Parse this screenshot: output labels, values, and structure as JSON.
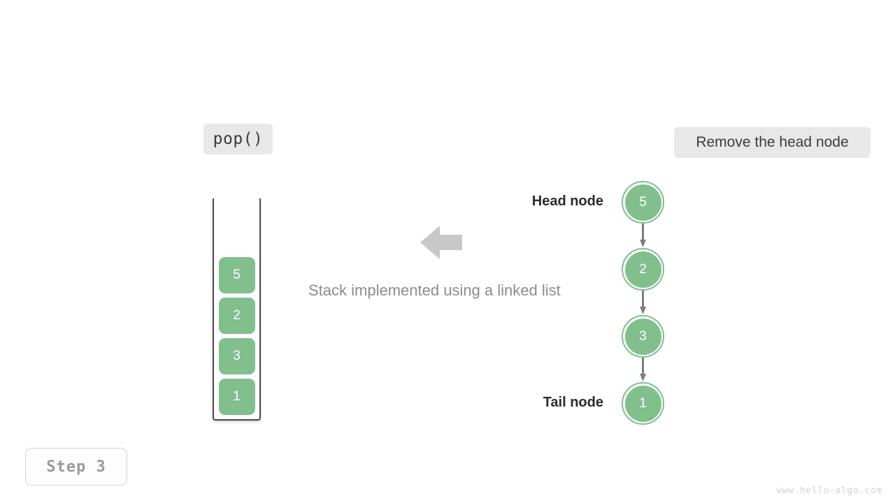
{
  "badges": {
    "operation": "pop()",
    "action": "Remove the head node",
    "step": "Step 3"
  },
  "caption": "Stack implemented using a linked list",
  "watermark": "www.hello-algo.com",
  "colors": {
    "node_green": "#81bf8d",
    "badge_bg": "#e8e8e8",
    "arrow_gray": "#c8c8c8",
    "link_arrow_gray": "#7d7d7d",
    "caption_gray": "#8c8c8c",
    "container_stroke": "#4a4a4a"
  },
  "stack": {
    "name": "stack-container",
    "values": [
      "5",
      "2",
      "3",
      "1"
    ]
  },
  "linked_list": {
    "nodes": [
      {
        "value": "5",
        "role": "head"
      },
      {
        "value": "2",
        "role": "middle"
      },
      {
        "value": "3",
        "role": "middle"
      },
      {
        "value": "1",
        "role": "tail"
      }
    ],
    "head_label": "Head node",
    "tail_label": "Tail node"
  },
  "icons": {
    "big_arrow": "arrow-left-icon",
    "link_arrow": "arrow-down-icon"
  }
}
